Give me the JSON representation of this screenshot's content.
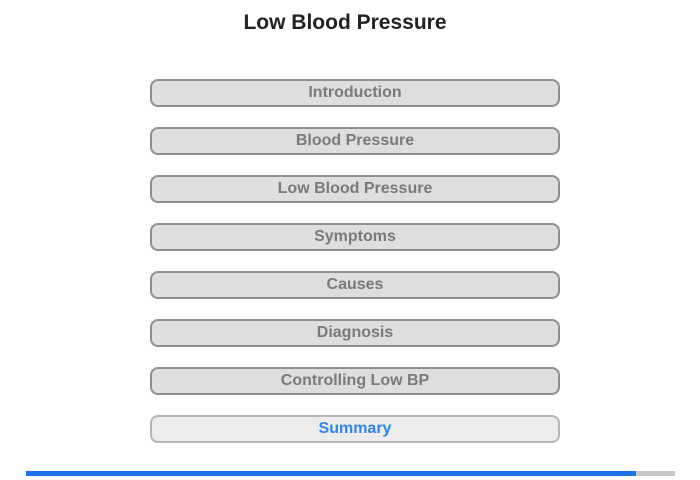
{
  "page": {
    "title": "Low Blood Pressure"
  },
  "menu": {
    "items": [
      {
        "label": "Introduction",
        "active": false
      },
      {
        "label": "Blood Pressure",
        "active": false
      },
      {
        "label": "Low Blood Pressure",
        "active": false
      },
      {
        "label": "Symptoms",
        "active": false
      },
      {
        "label": "Causes",
        "active": false
      },
      {
        "label": "Diagnosis",
        "active": false
      },
      {
        "label": "Controlling Low BP",
        "active": false
      },
      {
        "label": "Summary",
        "active": true
      }
    ]
  },
  "progress": {
    "fraction": 0.94
  },
  "colors": {
    "accent": "#1a73e8",
    "active_text": "#2f86e6",
    "button_bg": "#dedede",
    "button_text": "#7a7a7a"
  }
}
